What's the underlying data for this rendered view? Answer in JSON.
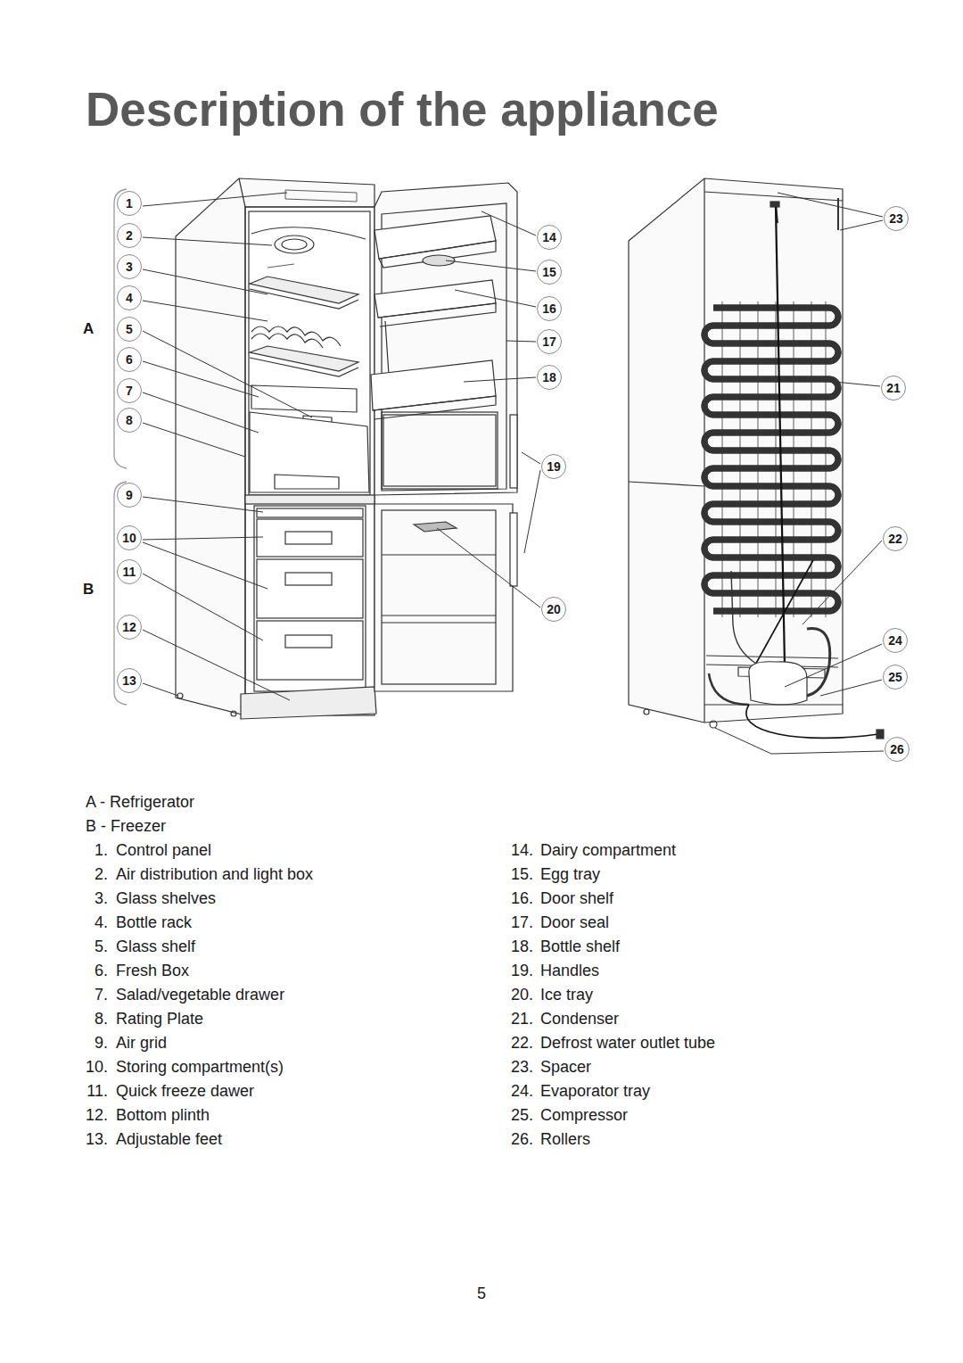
{
  "diagram": {
    "title": "Description of the appliance",
    "nodes": [
      {
        "text": [
          "1"
        ]
      },
      {
        "text": [
          "2"
        ]
      },
      {
        "text": [
          "3"
        ]
      },
      {
        "text": [
          "4"
        ]
      },
      {
        "text": [
          "5"
        ]
      },
      {
        "text": [
          "6"
        ]
      },
      {
        "text": [
          "7"
        ]
      },
      {
        "text": [
          "8"
        ]
      },
      {
        "text": [
          "9"
        ]
      },
      {
        "text": [
          "10"
        ]
      },
      {
        "text": [
          "11"
        ]
      },
      {
        "text": [
          "12"
        ]
      },
      {
        "text": [
          "13"
        ]
      },
      {
        "text": [
          "14"
        ]
      },
      {
        "text": [
          "15"
        ]
      },
      {
        "text": [
          "16"
        ]
      },
      {
        "text": [
          "17"
        ]
      },
      {
        "text": [
          "18"
        ]
      },
      {
        "text": [
          "19"
        ]
      },
      {
        "text": [
          "20"
        ]
      },
      {
        "text": [
          "21"
        ]
      },
      {
        "text": [
          "22"
        ]
      },
      {
        "text": [
          "23"
        ]
      },
      {
        "text": [
          "24"
        ]
      },
      {
        "text": [
          "25"
        ]
      },
      {
        "text": [
          "26"
        ]
      }
    ],
    "labels": [
      "A",
      "B",
      "A - Refrigerator",
      "B - Freezer",
      "1.",
      "Control panel",
      "2.",
      "Air distribution and light box",
      "3.",
      "Glass shelves",
      "4.",
      "Bottle rack",
      "5.",
      "Glass shelf",
      "6.",
      "Fresh Box",
      "7.",
      "Salad/vegetable drawer",
      "8.",
      "Rating Plate",
      "9.",
      "Air grid",
      "10.",
      "Storing compartment(s)",
      "11.",
      "Quick freeze dawer",
      "12.",
      "Bottom plinth",
      "13.",
      "Adjustable feet",
      "14.",
      "Dairy compartment",
      "15.",
      "Egg tray",
      "16.",
      "Door shelf",
      "17.",
      "Door seal",
      "18.",
      "Bottle shelf",
      "19.",
      "Handles",
      "20.",
      "Ice tray",
      "21.",
      "Condenser",
      "22.",
      "Defrost water outlet tube",
      "23.",
      "Spacer",
      "24.",
      "Evaporator tray",
      "25.",
      "Compressor",
      "26.",
      "Rollers",
      "5"
    ]
  }
}
